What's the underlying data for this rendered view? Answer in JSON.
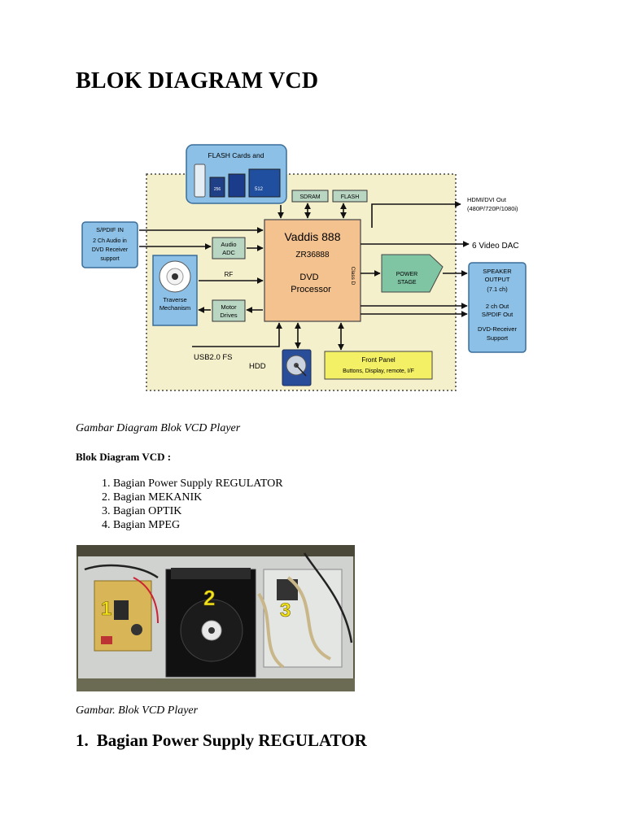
{
  "title": "BLOK DIAGRAM VCD",
  "diagram": {
    "flash_cards": "FLASH Cards and",
    "card_labels": [
      "256",
      "512"
    ],
    "sdram": "SDRAM",
    "flash": "FLASH",
    "spdif_in": [
      "S/PDIF IN",
      "2 Ch Audio in",
      "DVD Receiver",
      "support"
    ],
    "audio_adc": [
      "Audio",
      "ADC"
    ],
    "rf": "RF",
    "traverse": [
      "Traverse",
      "Mechanism"
    ],
    "motor_drives": [
      "Motor",
      "Drives"
    ],
    "processor": [
      "Vaddis 888",
      "ZR36888",
      "DVD",
      "Processor"
    ],
    "class_d": "Class D",
    "power_stage": [
      "POWER",
      "STAGE"
    ],
    "hdmi_out": [
      "HDMI/DVI Out",
      "(480P/720P/1080i)"
    ],
    "video_dac": "6 Video DAC",
    "speaker_output": [
      "SPEAKER",
      "OUTPUT",
      "(7.1 ch)",
      "2 ch Out",
      "S/PDIF Out",
      "DVD-Receiver",
      "Support"
    ],
    "usb": "USB2.0 FS",
    "hdd": "HDD",
    "front_panel": [
      "Front Panel",
      "Buttons, Display, remote, I/F"
    ],
    "colors": {
      "board": "#f5f0cc",
      "blue_box": "#8cc0e6",
      "processor": "#f4c28f",
      "green_box": "#b9d6c3",
      "power_stage": "#7fc4a3",
      "front_panel": "#f4f066"
    }
  },
  "caption1": "Gambar Diagram Blok VCD Player",
  "subheading": "Blok Diagram VCD :",
  "parts": [
    "Bagian Power Supply REGULATOR",
    "Bagian MEKANIK",
    "Bagian OPTIK",
    "Bagian MPEG"
  ],
  "photo_labels": [
    "1",
    "2",
    "3"
  ],
  "caption2": "Gambar. Blok VCD Player",
  "section": {
    "number": "1.",
    "title": "Bagian Power Supply REGULATOR"
  }
}
